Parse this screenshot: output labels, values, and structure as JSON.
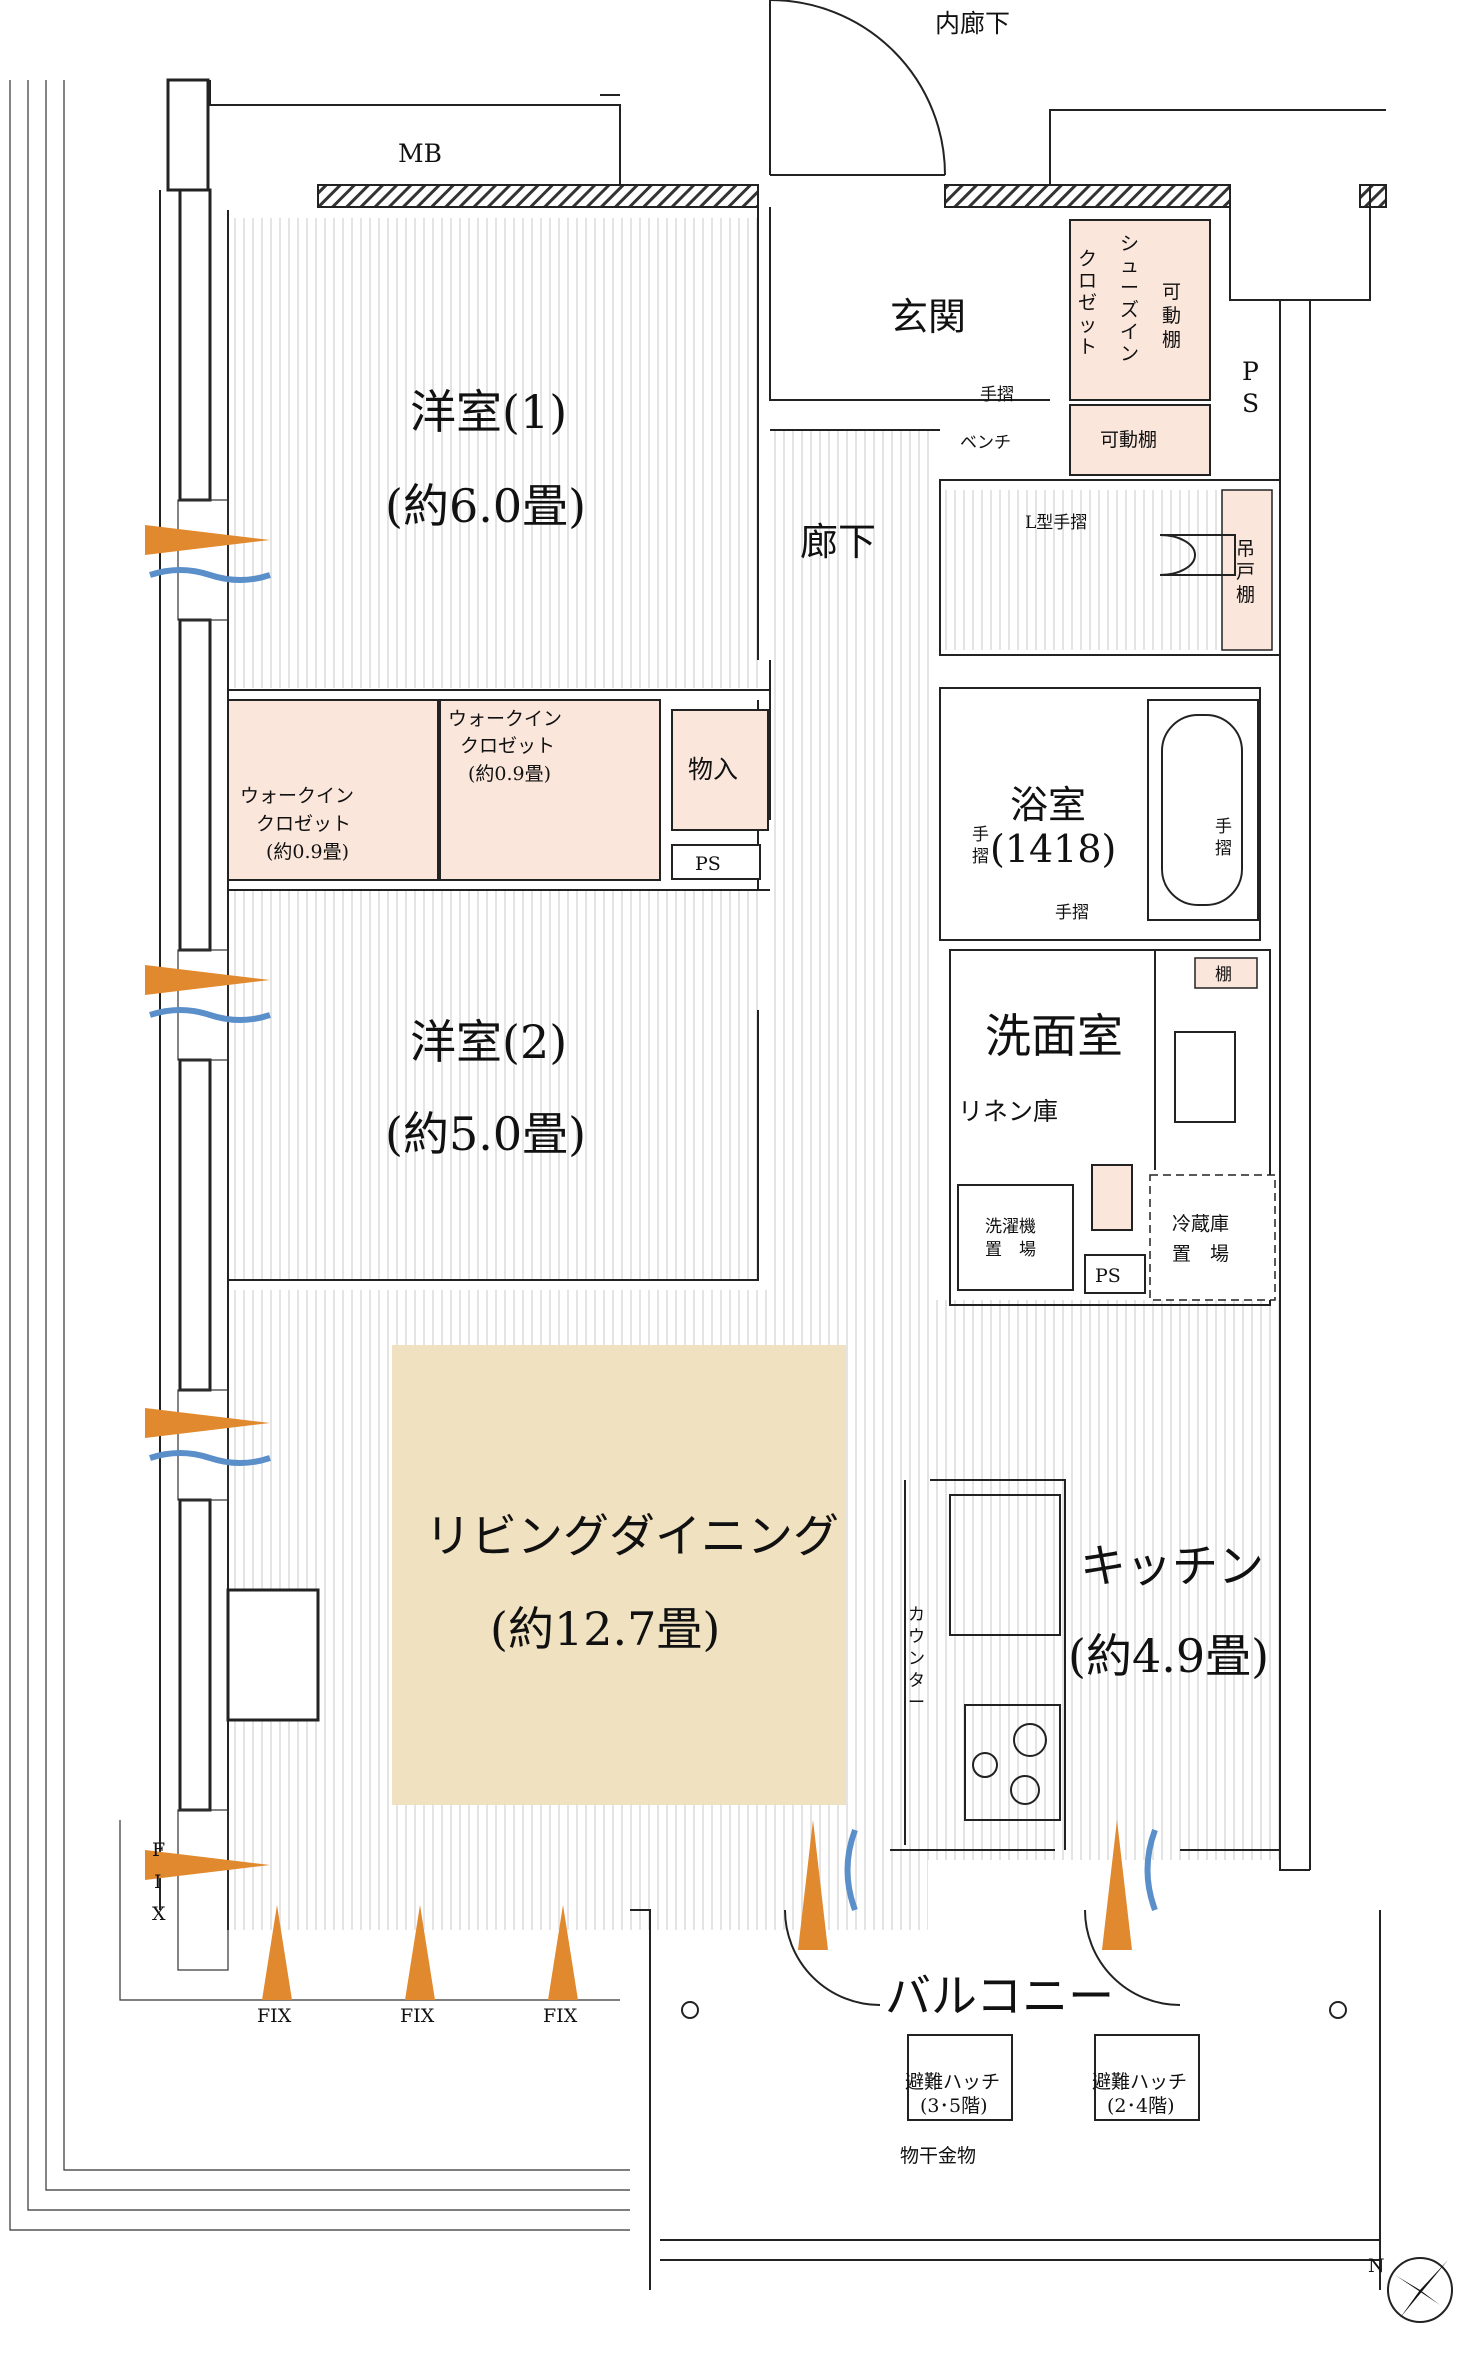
{
  "colors": {
    "floor_stripe": "#e4e4e4",
    "closet_fill": "#fbe6dc",
    "living_highlight": "#f0e1c0",
    "wind_orange": "#e0892e",
    "wind_blue": "#5b8fc9"
  },
  "labels": {
    "inner_corridor": "内廊下",
    "mb": "MB",
    "entrance": "玄関",
    "shoe_closet": [
      "シ",
      "ュ",
      "ー",
      "ズ",
      "イ",
      "ン"
    ],
    "shoe_closet_2": [
      "ク",
      "ロ",
      "ゼ",
      "ッ",
      "ト"
    ],
    "movable_shelf_v": [
      "可",
      "動",
      "棚"
    ],
    "ps_vertical": [
      "P",
      "S"
    ],
    "handrail": "手摺",
    "bench": "ベンチ",
    "movable_shelf": "可動棚",
    "l_handrail": "L型手摺",
    "hanging_shelf": [
      "吊",
      "戸",
      "棚"
    ],
    "hallway": "廊下",
    "bedroom1_name": "洋室(1)",
    "bedroom1_size": "(約6.0畳)",
    "wic1_line1": "ウォークイン",
    "wic1_line2": "クロゼット",
    "wic1_line3": "(約0.9畳)",
    "wic2_line1": "ウォークイン",
    "wic2_line2": "クロゼット",
    "wic2_line3": "(約0.9畳)",
    "storage": "物入",
    "ps": "PS",
    "bath_name": "浴室",
    "bath_size": "(1418)",
    "hand_v": [
      "手",
      "摺"
    ],
    "shelf": "棚",
    "washroom": "洗面室",
    "linen": "リネン庫",
    "washer_1": "洗濯機",
    "washer_2": "置　場",
    "fridge_1": "冷蔵庫",
    "fridge_2": "置　場",
    "bedroom2_name": "洋室(2)",
    "bedroom2_size": "(約5.0畳)",
    "living_name": "リビングダイニング",
    "living_size": "(約12.7畳)",
    "kitchen_name": "キッチン",
    "kitchen_size": "(約4.9畳)",
    "counter": [
      "カ",
      "ウ",
      "ン",
      "タ",
      "ー"
    ],
    "fix": "FIX",
    "fix_v": [
      "F",
      "I",
      "X"
    ],
    "balcony": "バルコニー",
    "hatch1_line1": "避難ハッチ",
    "hatch1_line2": "(3･5階)",
    "hatch2_line1": "避難ハッチ",
    "hatch2_line2": "(2･4階)",
    "drying": "物干金物",
    "north": "N"
  }
}
